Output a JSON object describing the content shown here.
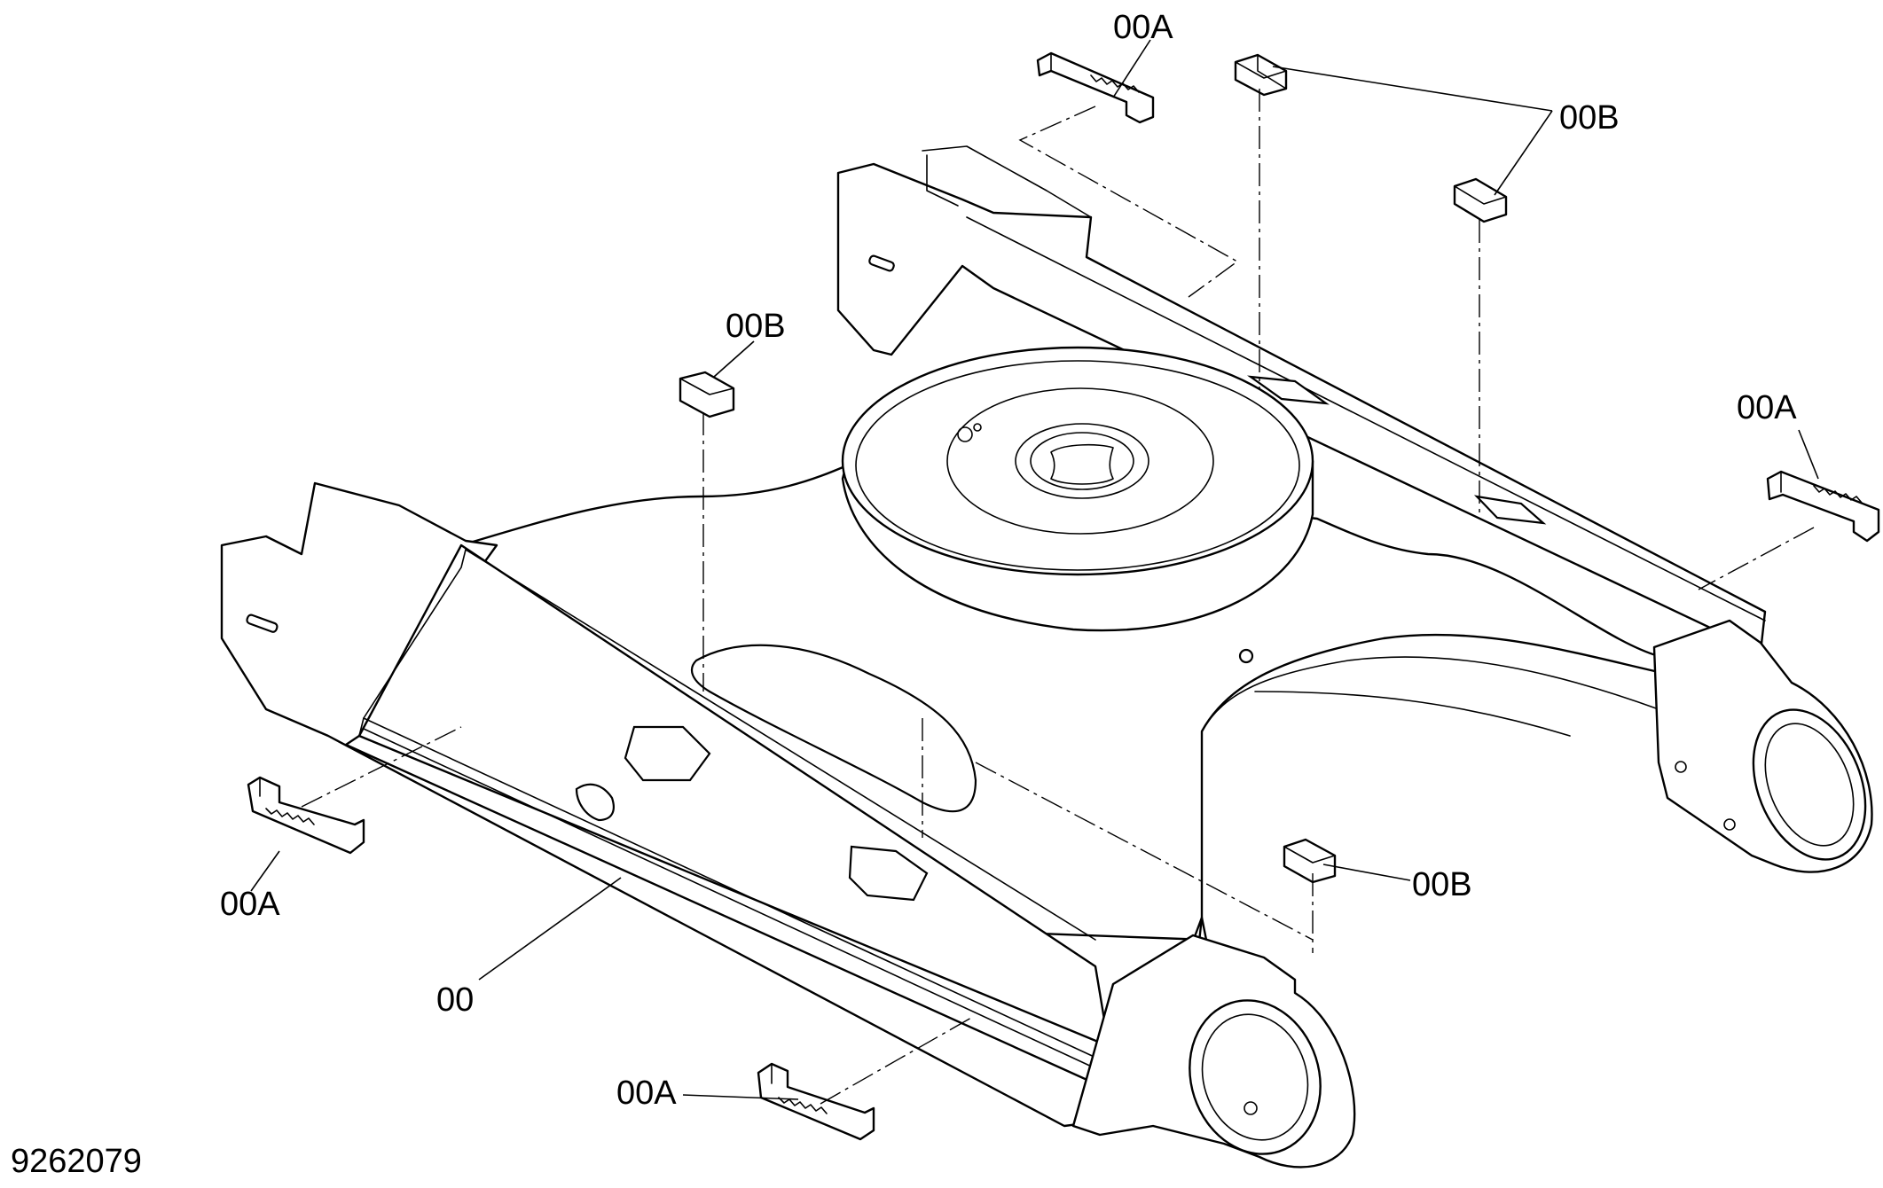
{
  "figure_number": "9262079",
  "callouts": {
    "frame": "00",
    "cover_top": "00A",
    "cover_right": "00A",
    "cover_left": "00A",
    "cover_bottom": "00A",
    "pad_top_right": "00B",
    "pad_left": "00B",
    "pad_bottom_right": "00B"
  }
}
